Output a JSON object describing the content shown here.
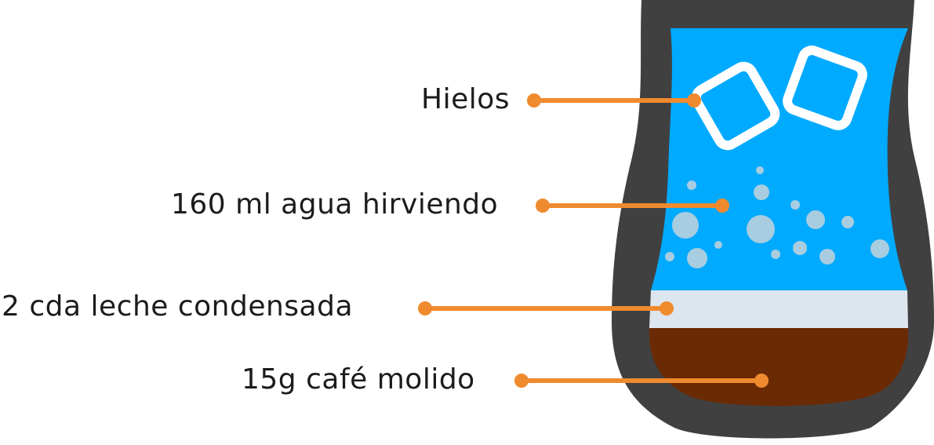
{
  "labels": {
    "ice": "Hielos",
    "water": "160 ml agua hirviendo",
    "milk": "2 cda leche condensada",
    "coffee": "15g café molido"
  },
  "colors": {
    "glass": "#404040",
    "water": "#00aaff",
    "ice": "#ffffff",
    "bubbles": "#a8cde0",
    "milk": "#dde6ee",
    "coffee": "#6a2a04",
    "leader": "#f08a2e",
    "text": "#1c1c1c"
  }
}
